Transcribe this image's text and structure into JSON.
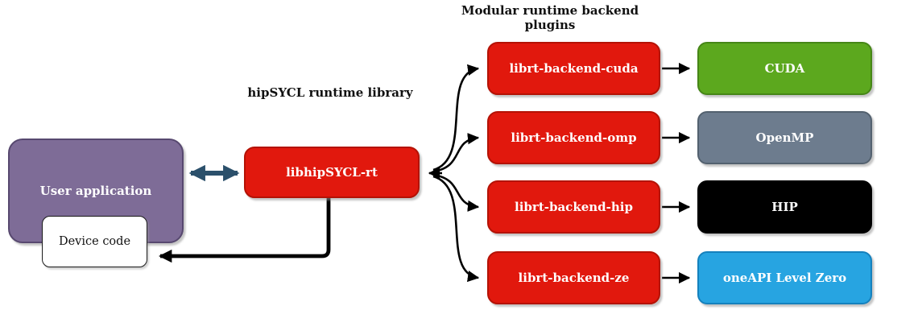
{
  "titles": {
    "runtime_library": "hipSYCL runtime library",
    "plugins_line1": "Modular runtime backend",
    "plugins_line2": "plugins"
  },
  "nodes": {
    "user_application": {
      "label": "User application"
    },
    "device_code": {
      "label": "Device code"
    },
    "runtime": {
      "label": "libhipSYCL-rt"
    }
  },
  "plugins": [
    {
      "label": "librt-backend-cuda"
    },
    {
      "label": "librt-backend-omp"
    },
    {
      "label": "librt-backend-hip"
    },
    {
      "label": "librt-backend-ze"
    }
  ],
  "targets": [
    {
      "label": "CUDA",
      "fill": "#5ca81e"
    },
    {
      "label": "OpenMP",
      "fill": "#6d7c8e"
    },
    {
      "label": "HIP",
      "fill": "#000000"
    },
    {
      "label": "oneAPI Level Zero",
      "fill": "#27a4e1"
    }
  ],
  "colors": {
    "plugin_red": "#e1180d",
    "plugin_red_border": "#b41205",
    "user_app_purple": "#7e6c97",
    "user_app_border": "#57486f",
    "bidirectional_arrow_teal": "#2b506b",
    "arrow_black": "#000000",
    "background": "#ffffff"
  }
}
